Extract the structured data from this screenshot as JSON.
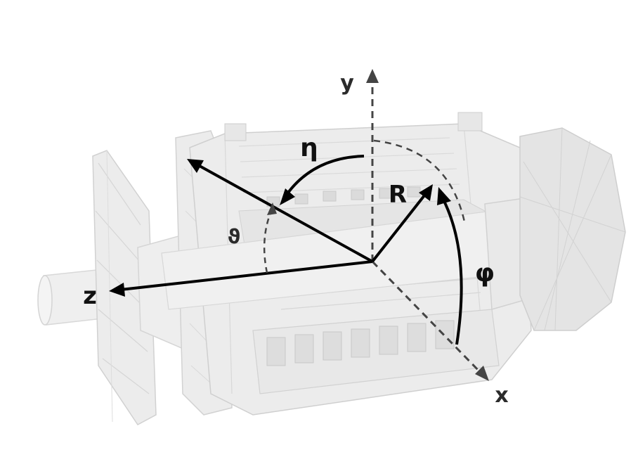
{
  "diagram": {
    "labels": {
      "y_axis": "y",
      "x_axis": "x",
      "z_axis": "z",
      "eta": "η",
      "theta": "ϑ",
      "radius": "R",
      "phi": "φ"
    },
    "colors": {
      "detector_fill": "#ececec",
      "detector_stroke": "#d2d2d2",
      "detector_dark": "#c9c9c9",
      "arrow_solid": "#000000",
      "arrow_dashed": "#444444"
    }
  }
}
